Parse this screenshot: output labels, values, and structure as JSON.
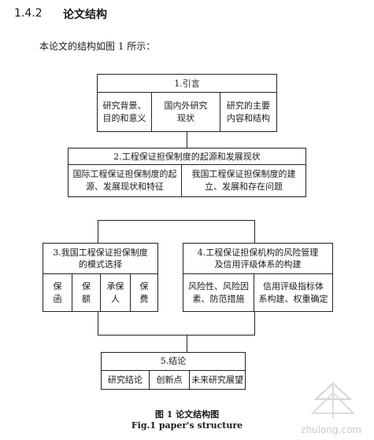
{
  "section": {
    "number": "1.4.2",
    "title": "论文结构"
  },
  "intro": "本论文的结构如图 1 所示：",
  "box1": {
    "title": "1.引言",
    "items": [
      "研究背景、\n目的和意义",
      "国内外研究\n现状",
      "研究的主要\n内容和结构"
    ]
  },
  "box2": {
    "title": "2.工程保证担保制度的起源和发展现状",
    "items": [
      "国际工程保证担保制度的起\n源、发展现状和特征",
      "我国工程保证担保制度的建\n立、发展和存在问题"
    ]
  },
  "box3": {
    "title": "3.我国工程保证担保制度\n的模式选择",
    "items": [
      "保\n函",
      "保\n额",
      "承保\n人",
      "保\n费"
    ]
  },
  "box4": {
    "title": "4.工程保证担保机构的风险管理\n及信用评级体系的构建",
    "items": [
      "风险性、风险因\n素、防范措施",
      "信用评级指标体\n系构建、权重确定"
    ]
  },
  "box5": {
    "title": "5.结论",
    "items": [
      "研究结论",
      "创新点",
      "未来研究展望"
    ]
  },
  "caption": {
    "cn": "图 1  论文结构图",
    "en": "Fig.1 paper's structure"
  },
  "watermark": {
    "text": "zhulong.com",
    "icon": "zhulong-logo-icon"
  }
}
